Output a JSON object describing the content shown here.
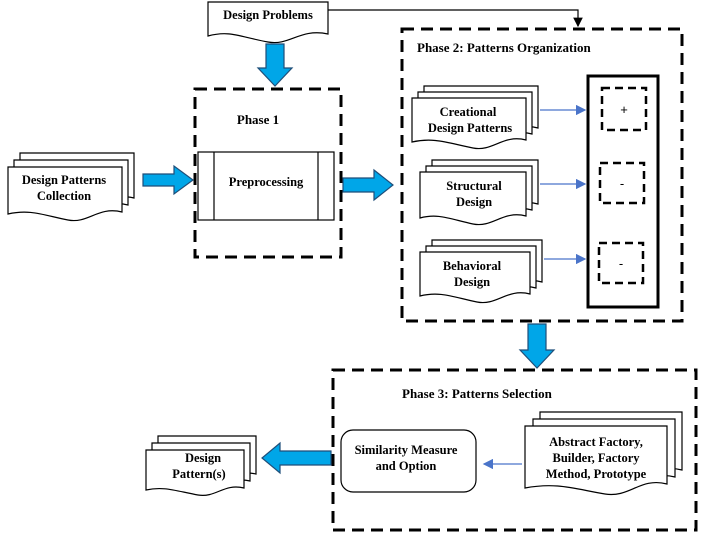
{
  "diagram": {
    "design_problems": "Design Problems",
    "phase1": {
      "title": "Phase 1",
      "process": "Preprocessing"
    },
    "collection": {
      "line1": "Design Patterns",
      "line2": "Collection"
    },
    "phase2": {
      "title": "Phase 2: Patterns Organization",
      "creational": {
        "line1": "Creational",
        "line2": "Design Patterns"
      },
      "structural": {
        "line1": "Structural",
        "line2": "Design"
      },
      "behavioral": {
        "line1": "Behavioral",
        "line2": "Design"
      },
      "markers": [
        "+",
        "-",
        "-"
      ]
    },
    "phase3": {
      "title": "Phase 3: Patterns Selection",
      "similarity": {
        "line1": "Similarity Measure",
        "line2": "and Option"
      },
      "candidates": {
        "line1": "Abstract Factory,",
        "line2": "Builder, Factory",
        "line3": "Method, Prototype"
      }
    },
    "output": {
      "line1": "Design",
      "line2": "Pattern(s)"
    },
    "colors": {
      "block_arrow": "#00a6e8",
      "block_arrow_edge": "#1f4e79",
      "thin_arrow": "#4a74c9"
    }
  }
}
